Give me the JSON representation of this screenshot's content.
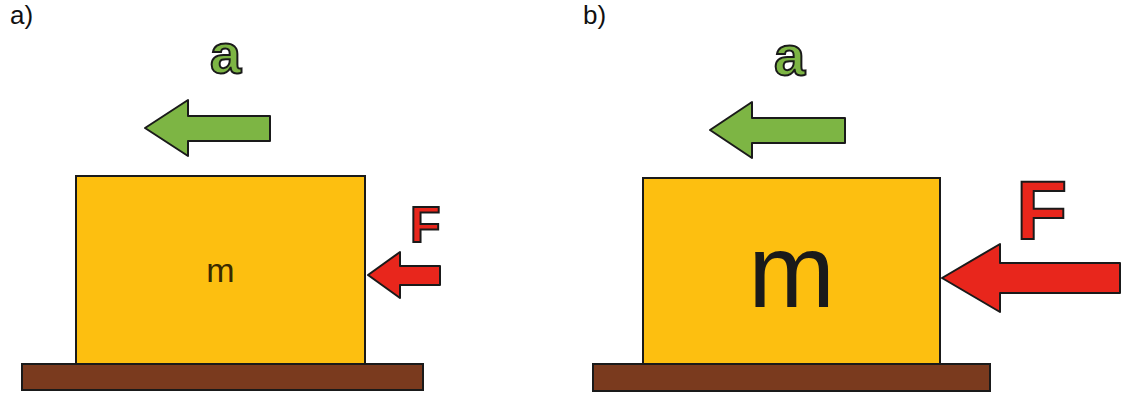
{
  "diagram": {
    "nodes": [
      {
        "text": [
          "m"
        ]
      },
      {
        "text": [
          "m"
        ]
      }
    ],
    "labels": [
      "a)",
      "b)",
      "a",
      "F",
      "a",
      "F"
    ]
  }
}
